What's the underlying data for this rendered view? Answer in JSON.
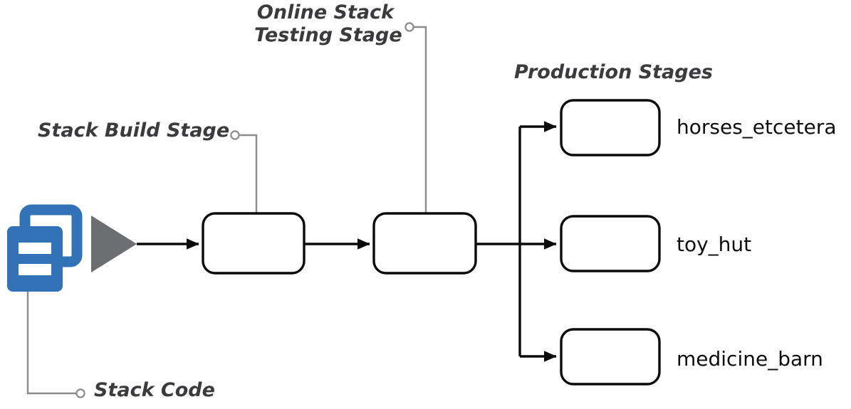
{
  "diagram": {
    "title_labels": {
      "online_testing": "Online Stack\nTesting Stage",
      "stack_build": "Stack Build Stage",
      "production_stages": "Production Stages",
      "stack_code": "Stack Code"
    },
    "production_stage_names": {
      "first": "horses_etcetera",
      "second": "toy_hut",
      "third": "medicine_barn"
    },
    "nodes": [
      {
        "name": "stack-code-icon",
        "kind": "icon",
        "label": "Stack Code"
      },
      {
        "name": "trigger-triangle",
        "kind": "triangle",
        "label": ""
      },
      {
        "name": "stack-build-stage-box",
        "kind": "box",
        "label": ""
      },
      {
        "name": "online-testing-stage-box",
        "kind": "box",
        "label": ""
      },
      {
        "name": "production-box-1",
        "kind": "box",
        "label": "horses_etcetera"
      },
      {
        "name": "production-box-2",
        "kind": "box",
        "label": "toy_hut"
      },
      {
        "name": "production-box-3",
        "kind": "box",
        "label": "medicine_barn"
      }
    ],
    "colors": {
      "icon_blue": "#3173b6",
      "triangle_gray": "#6c6e71",
      "callout_gray": "#8b8b8b",
      "flow_black": "#0a0a0a",
      "label_dark": "#3b3b3d",
      "stage_text": "#0d0d0d",
      "background": "#ffffff"
    }
  }
}
